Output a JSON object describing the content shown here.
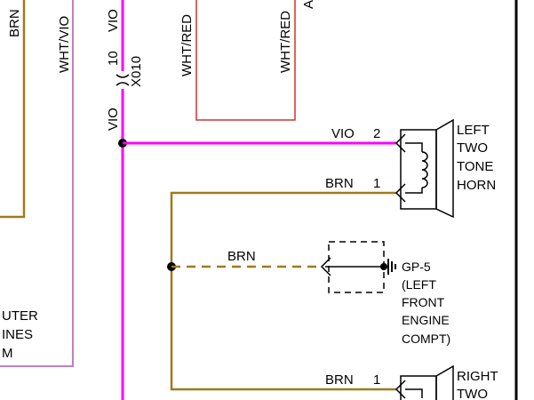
{
  "colors": {
    "violet": "#ff00ff",
    "brown": "#a07a1c",
    "white_red": "#cc3333",
    "white_violet": "#c080c0",
    "ink": "#000000"
  },
  "wires": {
    "brn_left": "BRN",
    "wht_vio_left": "WHT/VIO",
    "vio_top": "VIO",
    "vio_mid": "VIO",
    "wht_red_1": "WHT/RED",
    "wht_red_2": "WHT/RED",
    "vio_horn": "VIO",
    "brn_horn_left": "BRN",
    "brn_ground": "BRN",
    "brn_horn_right": "BRN"
  },
  "connector": {
    "pin": "10",
    "id": "X010"
  },
  "pins": {
    "left_horn_vio": "2",
    "left_horn_brn": "1",
    "right_horn_brn": "1"
  },
  "components": {
    "left_horn": [
      "LEFT",
      "TWO",
      "TONE",
      "HORN"
    ],
    "right_horn": [
      "RIGHT",
      "TWO"
    ],
    "ground": [
      "GP-5",
      "(LEFT",
      "FRONT",
      "ENGINE",
      "COMPT)"
    ],
    "computer_frag": [
      "UTER",
      "INES",
      "M"
    ],
    "top_frag": "A"
  }
}
